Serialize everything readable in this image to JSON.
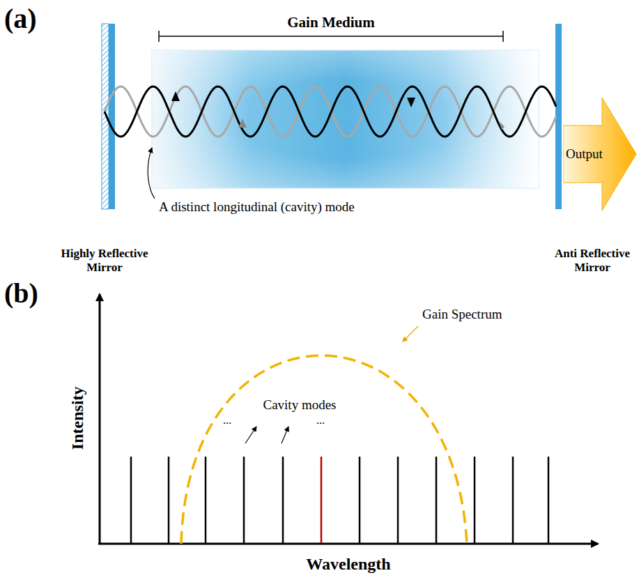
{
  "diagram": {
    "nodes": [
      {
        "text": [
          "Output"
        ]
      }
    ],
    "labels": [
      "(a)",
      "Gain Medium",
      "A distinct longitudinal (cavity) mode",
      "Highly Reflective Mirror",
      "Anti Reflective Mirror",
      "(b)",
      "Gain Spectrum",
      "Cavity modes",
      "...",
      "...",
      "Intensity",
      "Wavelength"
    ]
  }
}
